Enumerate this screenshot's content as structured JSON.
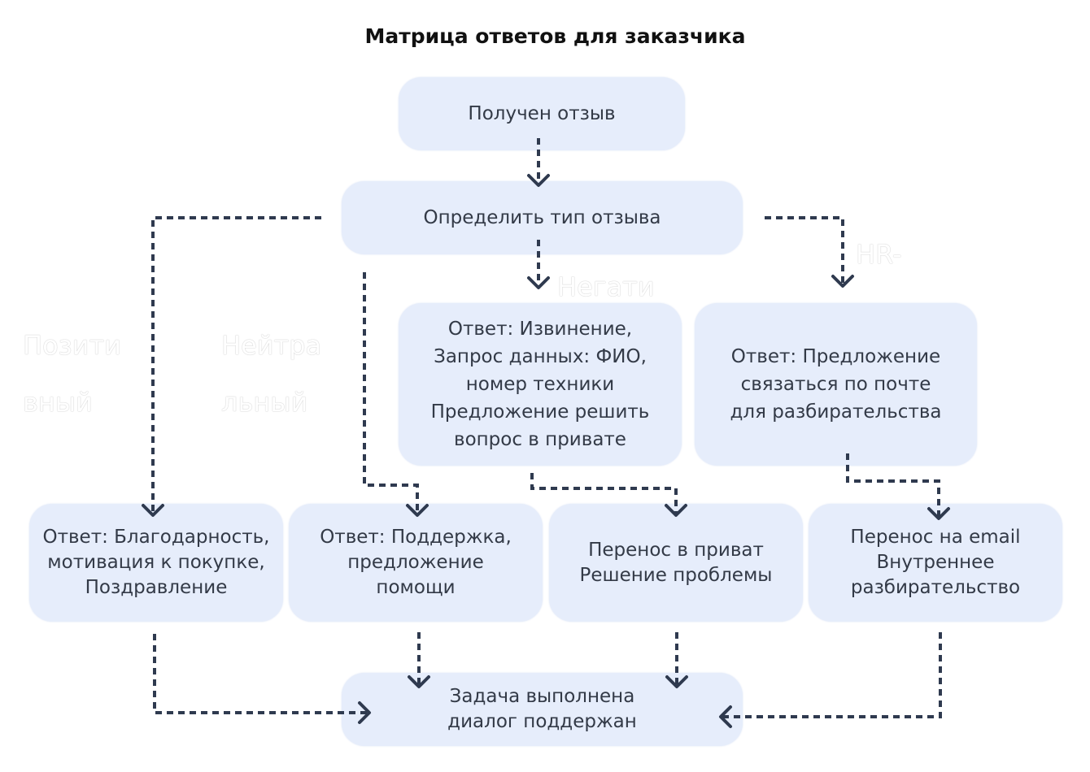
{
  "title": "Матрица ответов для заказчика",
  "nodes": {
    "received": "Получен отзыв",
    "determine": "Определить тип отзыва",
    "negative_reply": "Ответ: Извинение,\nЗапрос данных: ФИО,\nномер техники\nПредложение решить\nвопрос в привате",
    "hr_reply": "Ответ: Предложение\nсвязаться по почте\nдля разбирательства",
    "positive_reply": "Ответ: Благодарность,\nмотивация к покупке,\nПоздравление",
    "neutral_reply": "Ответ: Поддержка,\nпредложение\nпомощи",
    "private": "Перенос в приват\nРешение проблемы",
    "email": "Перенос на email\nВнутреннее\nразбирательство",
    "done": "Задача выполнена\nдиалог поддержан"
  },
  "branch_labels": {
    "positive": "Позити\nвный",
    "neutral": "Нейтра\nльный",
    "negative": "Негати",
    "hr": "HR-"
  },
  "colors": {
    "box": "#e6edfb",
    "connector": "#2f3a4f"
  }
}
